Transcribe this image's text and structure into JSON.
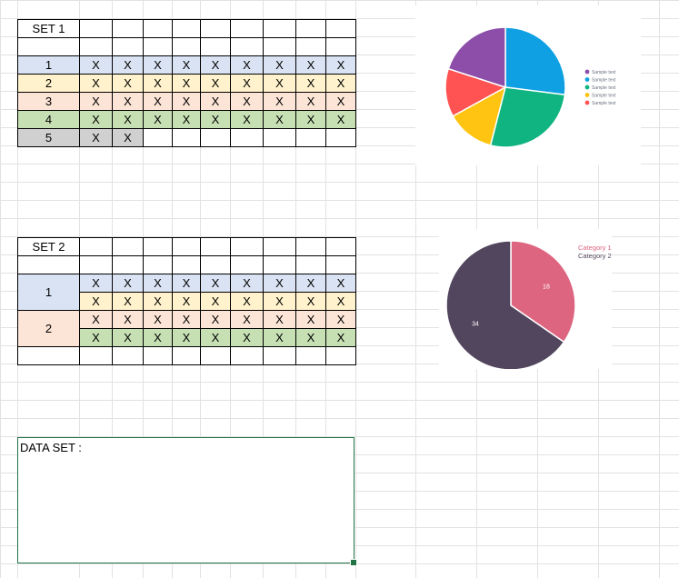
{
  "set1": {
    "title": "SET 1",
    "rows": [
      {
        "label": "1",
        "marks": [
          "X",
          "X",
          "X",
          "X",
          "X",
          "X",
          "X",
          "X",
          "X"
        ],
        "color": "blue"
      },
      {
        "label": "2",
        "marks": [
          "X",
          "X",
          "X",
          "X",
          "X",
          "X",
          "X",
          "X",
          "X"
        ],
        "color": "yellow"
      },
      {
        "label": "3",
        "marks": [
          "X",
          "X",
          "X",
          "X",
          "X",
          "X",
          "X",
          "X",
          "X"
        ],
        "color": "peach"
      },
      {
        "label": "4",
        "marks": [
          "X",
          "X",
          "X",
          "X",
          "X",
          "X",
          "X",
          "X",
          "X"
        ],
        "color": "green"
      },
      {
        "label": "5",
        "marks": [
          "X",
          "X",
          "",
          "",
          "",
          "",
          "",
          "",
          ""
        ],
        "color": "grey"
      }
    ]
  },
  "set2": {
    "title": "SET 2",
    "groups": [
      {
        "label": "1",
        "color": "blue",
        "rows": [
          {
            "marks": [
              "X",
              "X",
              "X",
              "X",
              "X",
              "X",
              "X",
              "X",
              "X"
            ],
            "color": "blue"
          },
          {
            "marks": [
              "X",
              "X",
              "X",
              "X",
              "X",
              "X",
              "X",
              "X",
              "X"
            ],
            "color": "yellow"
          }
        ]
      },
      {
        "label": "2",
        "color": "peach",
        "rows": [
          {
            "marks": [
              "X",
              "X",
              "X",
              "X",
              "X",
              "X",
              "X",
              "X",
              "X"
            ],
            "color": "peach"
          },
          {
            "marks": [
              "X",
              "X",
              "X",
              "X",
              "X",
              "X",
              "X",
              "X",
              "X"
            ],
            "color": "green"
          }
        ]
      }
    ]
  },
  "dataset_label": "DATA SET :",
  "colors": {
    "blue": "#dae3f3",
    "yellow": "#fff2cc",
    "peach": "#fce4d6",
    "green": "#c6e0b4",
    "grey": "#d0d0d0",
    "selection": "#217346"
  },
  "chart_data": [
    {
      "type": "pie",
      "slices": [
        {
          "label": "Sample text",
          "value": 27,
          "color": "#0ea0e3"
        },
        {
          "label": "Sample text",
          "value": 27,
          "color": "#10b480"
        },
        {
          "label": "Sample text",
          "value": 13,
          "color": "#ffc311"
        },
        {
          "label": "Sample text",
          "value": 13,
          "color": "#ff5252"
        },
        {
          "label": "Sample text",
          "value": 20,
          "color": "#8c4ea8"
        }
      ],
      "legend": [
        "Sample text",
        "Sample text",
        "Sample text",
        "Sample text",
        "Sample text"
      ],
      "legend_colors": [
        "#8c4ea8",
        "#0ea0e3",
        "#10b480",
        "#ffc311",
        "#ff5252"
      ],
      "legend_position": "right"
    },
    {
      "type": "pie",
      "slices": [
        {
          "label": "Category 1",
          "value": 18,
          "color": "#dd6580"
        },
        {
          "label": "Category 2",
          "value": 34,
          "color": "#52465e"
        }
      ],
      "legend": [
        "Category 1",
        "Category 2"
      ],
      "legend_position": "top-right",
      "show_values": true
    }
  ]
}
